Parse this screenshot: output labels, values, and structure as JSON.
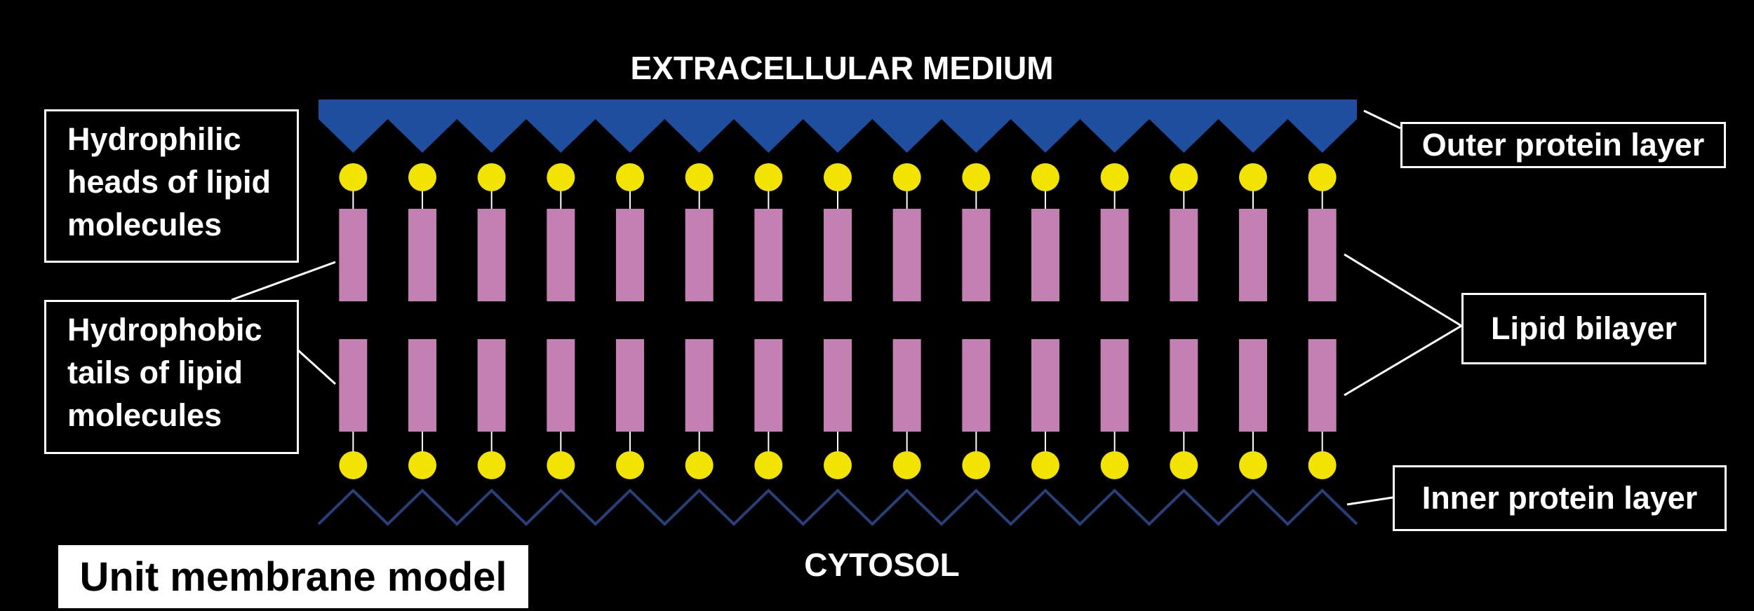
{
  "regions": {
    "top": "EXTRACELLULAR MEDIUM",
    "bottom": "CYTOSOL"
  },
  "callouts": {
    "hydrophilic": [
      "Hydrophilic",
      "heads of lipid",
      "molecules"
    ],
    "hydrophobic": [
      "Hydrophobic",
      "tails of lipid",
      "molecules"
    ],
    "outer_protein": "Outer protein layer",
    "lipid_bilayer": "Lipid bilayer",
    "inner_protein": "Inner protein layer"
  },
  "title": "Unit membrane model",
  "colors": {
    "background": "#000000",
    "outer_protein": "#1f4e9e",
    "inner_protein": "#27407a",
    "lipid_head": "#f2e400",
    "lipid_tail": "#c47fb3",
    "text": "#ffffff"
  },
  "lipid_columns": 15
}
